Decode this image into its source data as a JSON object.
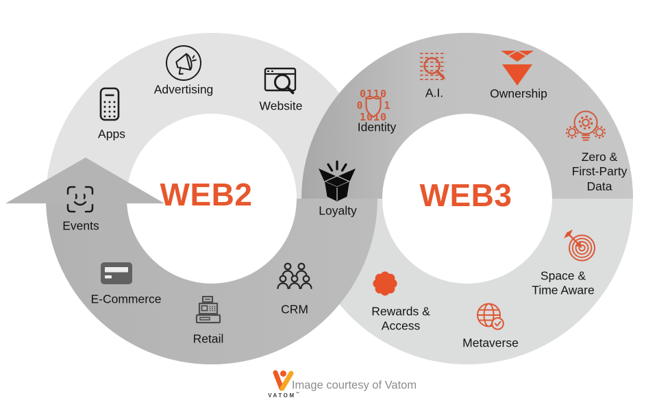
{
  "web2": {
    "title": "WEB2",
    "items": [
      {
        "label": "Apps",
        "icon": "smartphone-icon"
      },
      {
        "label": "Advertising",
        "icon": "megaphone-icon"
      },
      {
        "label": "Website",
        "icon": "browser-search-icon"
      },
      {
        "label": "Events",
        "icon": "face-id-icon"
      },
      {
        "label": "E-Commerce",
        "icon": "credit-card-icon"
      },
      {
        "label": "Retail",
        "icon": "cash-register-icon"
      },
      {
        "label": "CRM",
        "icon": "people-group-icon"
      }
    ]
  },
  "web3": {
    "title": "WEB3",
    "items": [
      {
        "label": "Identity",
        "icon": "shield-binary-icon"
      },
      {
        "label": "A.I.",
        "icon": "data-magnifier-icon"
      },
      {
        "label": "Ownership",
        "icon": "gem-icon"
      },
      {
        "label": "Zero &\nFirst-Party\nData",
        "icon": "gears-bulb-icon"
      },
      {
        "label": "Space &\nTime Aware",
        "icon": "target-arrow-icon"
      },
      {
        "label": "Metaverse",
        "icon": "globe-clock-icon"
      },
      {
        "label": "Rewards &\nAccess",
        "icon": "badge-icon"
      }
    ]
  },
  "center": {
    "label": "Loyalty",
    "icon": "open-box-icon"
  },
  "footer": {
    "credit": "Image courtesy of Vatom",
    "logo_text": "VATOM",
    "logo_tm": "™"
  },
  "colors": {
    "accent_orange": "#e7572d",
    "icon_orange": "#d0583a",
    "web2_ring_light": "#e3e3e3",
    "web2_ring_dark": "#b5b5b5",
    "web3_ring_dark": "#c2c2c2",
    "web3_ring_light": "#dcdddd"
  }
}
